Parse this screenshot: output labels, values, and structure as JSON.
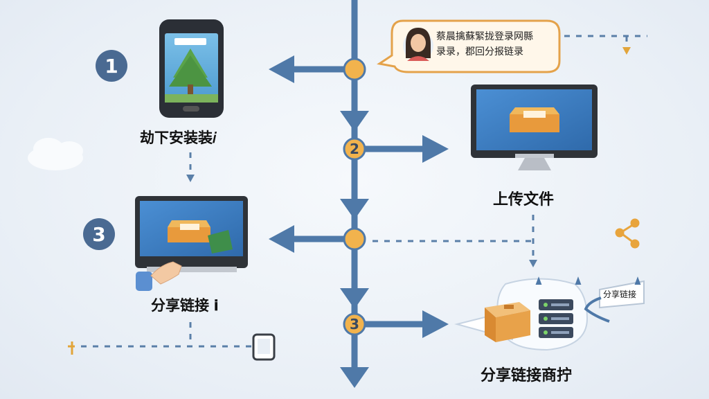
{
  "steps": {
    "left_1_number": "1",
    "left_3_number": "3",
    "center_2_number": "2",
    "center_3_number": "3"
  },
  "labels": {
    "phone_label": "劫下安装装𝑖",
    "upload_label": "上传文件",
    "share_link_label": "分享链接 𝐢",
    "share_product_label": "分享链接商拧",
    "share_tag": "分享链接"
  },
  "bubble": {
    "line1": "蔡晨擒蘇緊拢登录网縣",
    "line2": "录录，郡回分报链录"
  },
  "colors": {
    "arrow_blue": "#4f79a8",
    "node_orange": "#f2b34d",
    "circle_badge": "#4a6a92",
    "screen_blue": "#3f7fc4",
    "box_orange": "#e8a24a"
  },
  "icons": [
    "phone-icon",
    "monitor-icon",
    "user-avatar-icon",
    "cloud-icon",
    "share-icon",
    "server-icon",
    "box-icon",
    "hand-icon",
    "tablet-icon"
  ]
}
